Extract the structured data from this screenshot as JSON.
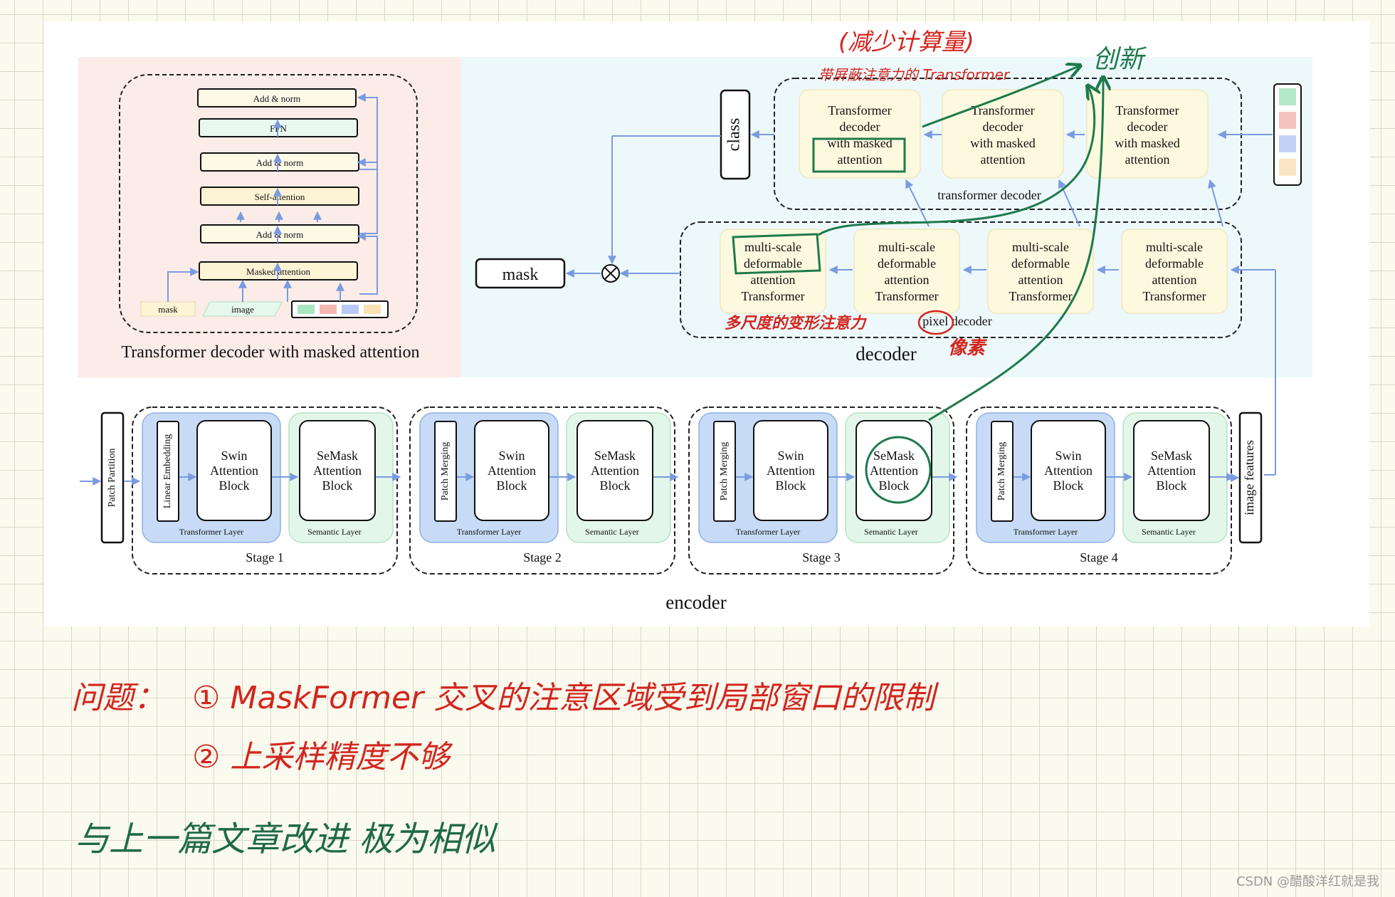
{
  "decoder_detail": {
    "title": "Transformer decoder with masked attention",
    "layers": [
      "Add & norm",
      "FFN",
      "Add & norm",
      "Self-attention",
      "Add & norm",
      "Masked attention"
    ],
    "inputs": [
      "mask",
      "image"
    ],
    "query_colors": [
      "#a9e6c0",
      "#f4b8b2",
      "#b9c8f5",
      "#f9e1b4"
    ]
  },
  "transformer_decoder": {
    "label": "transformer decoder",
    "blocks": [
      [
        "Transformer",
        "decoder",
        "with masked",
        "attention"
      ],
      [
        "Transformer",
        "decoder",
        "with masked",
        "attention"
      ],
      [
        "Transformer",
        "decoder",
        "with masked",
        "attention"
      ]
    ]
  },
  "pixel_decoder": {
    "label": "pixel decoder",
    "blocks": [
      [
        "multi-scale",
        "deformable",
        "attention",
        "Transformer"
      ],
      [
        "multi-scale",
        "deformable",
        "attention",
        "Transformer"
      ],
      [
        "multi-scale",
        "deformable",
        "attention",
        "Transformer"
      ],
      [
        "multi-scale",
        "deformable",
        "attention",
        "Transformer"
      ]
    ]
  },
  "decoder_label": "decoder",
  "class_label": "class",
  "mask_label": "mask",
  "query_colors": [
    "#b3e8c8",
    "#f6c4c0",
    "#c4d2f8",
    "#fae6c4"
  ],
  "encoder": {
    "label": "encoder",
    "patch_partition": "Patch Partition",
    "image_features": "image features",
    "stages": [
      {
        "name": "Stage 1",
        "first": "Linear Embedding"
      },
      {
        "name": "Stage 2",
        "first": "Patch Merging"
      },
      {
        "name": "Stage 3",
        "first": "Patch Merging"
      },
      {
        "name": "Stage 4",
        "first": "Patch Merging"
      }
    ],
    "swin_block": [
      "Swin",
      "Attention",
      "Block"
    ],
    "semask_block": [
      "SeMask",
      "Attention",
      "Block"
    ],
    "transformer_layer": "Transformer Layer",
    "semantic_layer": "Semantic Layer"
  },
  "annotations": {
    "reduce_compute": "(减少计算量)",
    "masked_attention_note": "带屏蔽注意力的 Transformer",
    "innovation": "创新",
    "multiscale_note": "多尺度的变形注意力",
    "pixel_note": "像素"
  },
  "notes": {
    "problem_label": "问题：",
    "problem_1": "① MaskFormer 交叉的注意区域受到局部窗口的限制",
    "problem_2": "② 上采样精度不够",
    "similar": "与上一篇文章改进 极为相似"
  },
  "watermark": "CSDN @醋酸洋红就是我"
}
